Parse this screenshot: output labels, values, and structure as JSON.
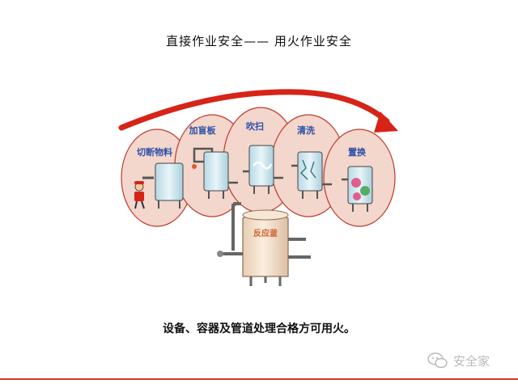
{
  "title": "直接作业安全—— 用火作业安全",
  "steps": [
    "切断物料",
    "加盲板",
    "吹扫",
    "清洗",
    "置换"
  ],
  "reactor_label": "反应釜",
  "caption": "设备、容器及管道处理合格方可用火。",
  "brand": {
    "name": "安全家",
    "icon": "wechat-icon"
  },
  "colors": {
    "bubble_fill": "#f3d6cc",
    "bubble_stroke": "#c0392b",
    "arrow": "#d62418",
    "step_label": "#2a4fa8",
    "tank_glass": "#cde6ee",
    "reactor_body": "#f2dfc9",
    "accent_rule": "#d9312e"
  }
}
